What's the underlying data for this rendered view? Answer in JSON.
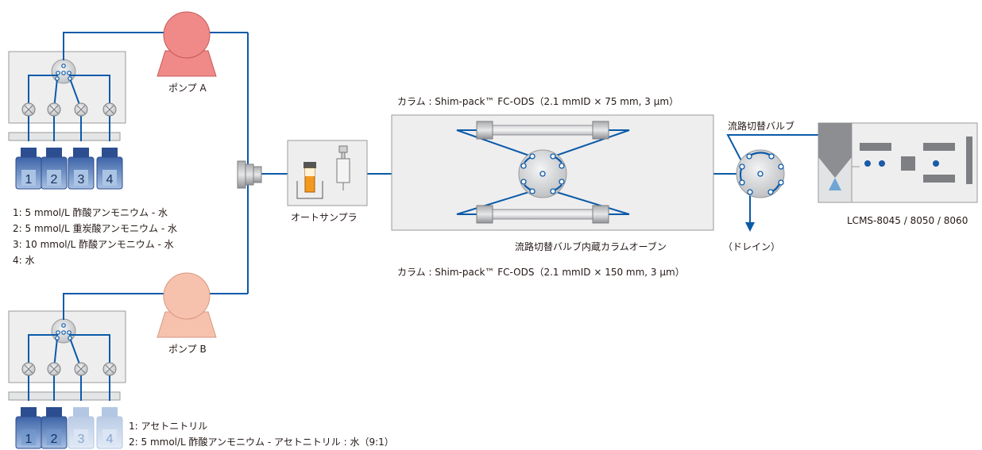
{
  "pumps": {
    "a_label": "ポンプ A",
    "b_label": "ポンプ B",
    "a_color": "#ef8a88",
    "b_color": "#f6c2ad"
  },
  "bottles_a": [
    "1",
    "2",
    "3",
    "4"
  ],
  "bottles_b": [
    "1",
    "2",
    "3",
    "4"
  ],
  "solvents_a": [
    "1: 5 mmol/L 酢酸アンモニウム - 水",
    "2: 5 mmol/L 重炭酸アンモニウム - 水",
    "3: 10 mmol/L 酢酸アンモニウム - 水",
    "4: 水"
  ],
  "solvents_b": [
    "1: アセトニトリル",
    "2: 5 mmol/L 酢酸アンモニウム - アセトニトリル : 水（9:1）"
  ],
  "autosampler_label": "オートサンプラ",
  "column_top_label": "カラム : Shim-pack™ FC-ODS（2.1 mmID × 75 mm, 3 μm）",
  "column_bottom_label": "カラム : Shim-pack™ FC-ODS（2.1 mmID × 150 mm, 3 μm）",
  "oven_label": "流路切替バルブ内蔵カラムオーブン",
  "switch_valve_label": "流路切替バルブ",
  "drain_label": "（ドレイン）",
  "ms_label": "LCMS-8045 / 8050 / 8060",
  "colors": {
    "line": "#0b5aa8",
    "box_fill": "#eeeeef",
    "box_stroke": "#9a9a9a",
    "bottle_dark": "#3f6fb3",
    "bottle_light": "#a9c4e6",
    "vial": "#f39a1e"
  }
}
